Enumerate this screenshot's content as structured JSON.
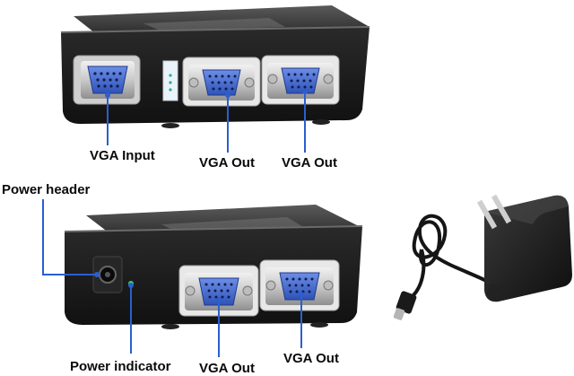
{
  "labels": {
    "top_vga_input": "VGA Input",
    "top_vga_out_left": "VGA Out",
    "top_vga_out_right": "VGA Out",
    "power_header": "Power header",
    "power_indicator": "Power indicator",
    "bottom_vga_out_left": "VGA Out",
    "bottom_vga_out_right": "VGA Out"
  },
  "icons": {
    "splitter_front": "vga-splitter-icon",
    "splitter_back": "vga-splitter-icon",
    "adapter": "power-adapter-icon"
  },
  "colors": {
    "device_body": "#1c1c1c",
    "vga_port": "#3b63c8",
    "pointer_line": "#2b5fd0",
    "label_text": "#0a0a0a"
  }
}
